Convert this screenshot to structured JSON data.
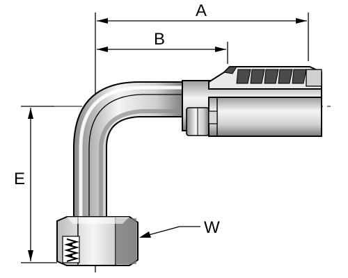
{
  "dimensions": {
    "a": "A",
    "b": "B",
    "e": "E",
    "w": "W"
  },
  "colors": {
    "line": "#000000",
    "metal_light": "#f2f2f2",
    "metal_mid": "#cfcfcf",
    "metal_dark": "#6e6e6e",
    "ferrule_dark": "#4a4a4a"
  }
}
